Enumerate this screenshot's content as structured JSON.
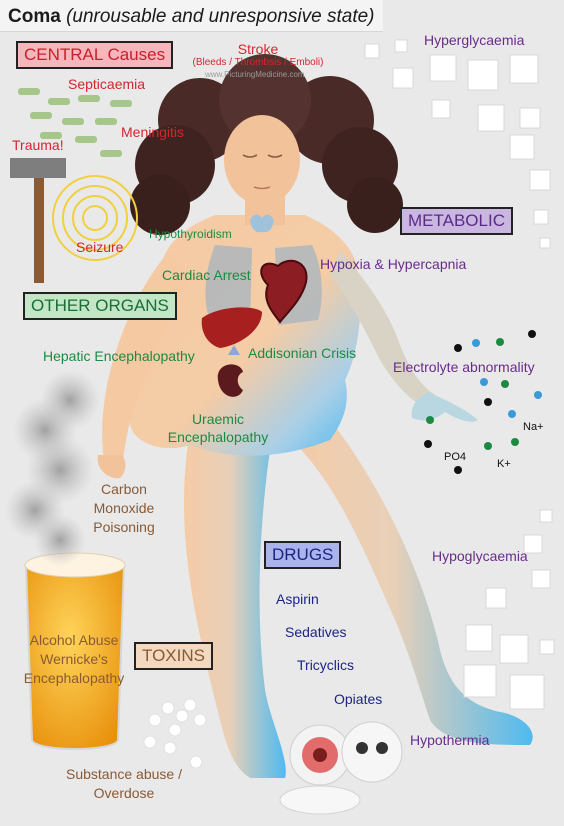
{
  "title": {
    "main": "Coma",
    "sub": "(unrousable and unresponsive state)"
  },
  "watermark": "www.PicturingMedicine.com",
  "categories": {
    "central": "CENTRAL Causes",
    "metabolic": "METABOLIC",
    "organs": "OTHER ORGANS",
    "drugs": "DRUGS",
    "toxins": "TOXINS"
  },
  "central": {
    "stroke": "Stroke",
    "stroke_detail": "(Bleeds / Thrombsis / Emboli)",
    "septicaemia": "Septicaemia",
    "meningitis": "Meningitis",
    "trauma": "Trauma!",
    "seizure": "Seizure"
  },
  "metabolic": {
    "hyperglycaemia": "Hyperglycaemia",
    "hypoxia": "Hypoxia & Hypercapnia",
    "electrolyte": "Electrolyte abnormality",
    "na": "Na+",
    "po4": "PO4",
    "k": "K+",
    "hypoglycaemia": "Hypoglycaemia",
    "hypothermia": "Hypothermia"
  },
  "organs": {
    "hypothyroidism": "Hypothyroidism",
    "cardiac_arrest": "Cardiac Arrest",
    "hepatic": "Hepatic Encephalopathy",
    "addisonian": "Addisonian Crisis",
    "uraemic_1": "Uraemic",
    "uraemic_2": "Encephalopathy"
  },
  "drugs": {
    "items": [
      "Aspirin",
      "Sedatives",
      "Tricyclics",
      "Opiates"
    ]
  },
  "toxins": {
    "carbon_1": "Carbon",
    "carbon_2": "Monoxide",
    "carbon_3": "Poisoning",
    "alcohol_1": "Alcohol Abuse",
    "alcohol_2": "Wernicke's",
    "alcohol_3": "Encephalopathy",
    "substance_1": "Substance abuse /",
    "substance_2": "Overdose"
  },
  "colors": {
    "central": "#d4262e",
    "organs": "#1d8a43",
    "metabolic": "#6a2c8c",
    "drugs": "#1d2486",
    "toxins": "#8a5a34",
    "skin": "#f6c9a3",
    "hair": "#4a2a26"
  }
}
